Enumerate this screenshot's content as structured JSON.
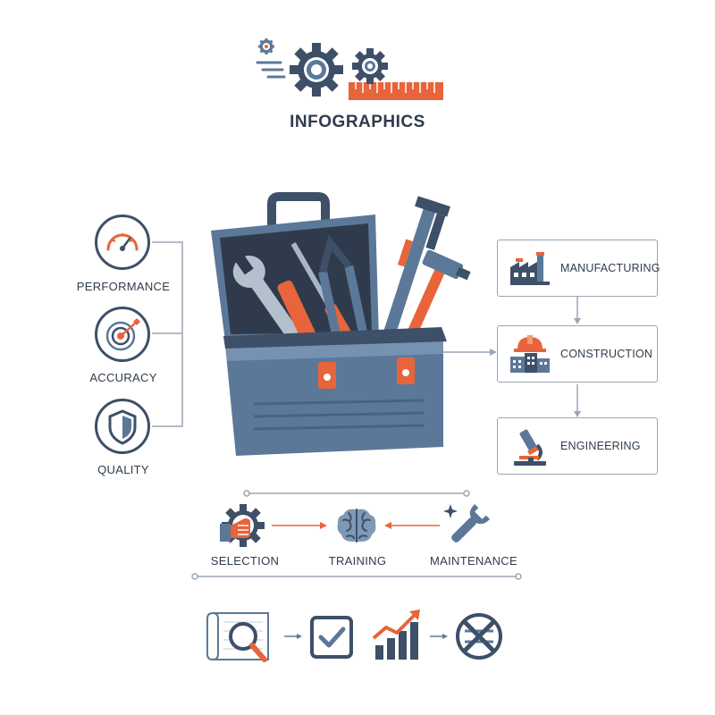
{
  "header": {
    "title": "INFOGRAPHICS"
  },
  "qualities": [
    {
      "label": "PERFORMANCE",
      "icon": "speedometer-icon"
    },
    {
      "label": "ACCURACY",
      "icon": "target-icon"
    },
    {
      "label": "QUALITY",
      "icon": "shield-icon"
    }
  ],
  "industries": [
    {
      "label": "MANUFACTURING",
      "icon": "factory-icon"
    },
    {
      "label": "CONSTRUCTION",
      "icon": "hardhat-building-icon"
    },
    {
      "label": "ENGINEERING",
      "icon": "microscope-icon"
    }
  ],
  "process": [
    {
      "label": "SELECTION",
      "icon": "gear-hand-icon"
    },
    {
      "label": "TRAINING",
      "icon": "brain-icon"
    },
    {
      "label": "MAINTENANCE",
      "icon": "wrench-sparkle-icon"
    }
  ],
  "bottom_icons": [
    "blueprint-search-icon",
    "checkbox-icon",
    "growth-chart-icon",
    "no-entry-icon"
  ],
  "colors": {
    "navy": "#3e4f68",
    "steel": "#5c7899",
    "orange": "#e8643a",
    "line": "#9aa6b5"
  }
}
